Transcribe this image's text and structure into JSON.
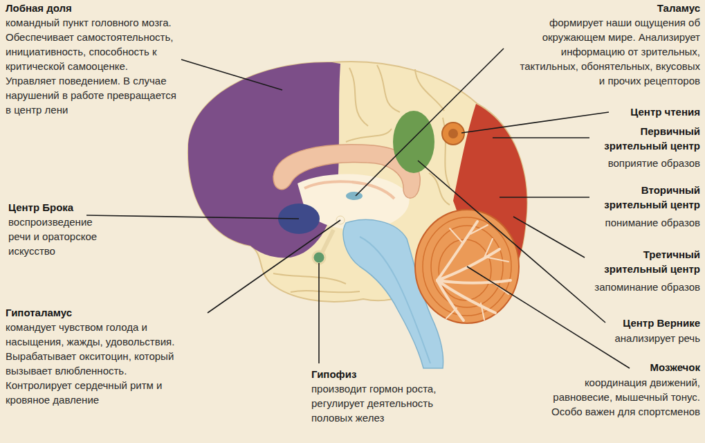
{
  "diagram": {
    "labels": [
      "Лобная доля",
      "командный пункт головного мозга. Обеспечивает самостоятельность, инициативность, способность к критической самооценке. Управляет поведением. В случае нарушений в работе превращается в центр лени",
      "Таламус",
      "формирует наши ощущения об окружающем мире. Анализирует информацию от зрительных, тактильных, обонятельных, вкусовых и прочих рецепторов",
      "Центр чтения",
      "Первичный зрительный центр",
      "воприятие образов",
      "Центр Брока",
      "воспроизведение речи и ораторское искусство",
      "Вторичный зрительный центр",
      "понимание образов",
      "Третичный зрительный центр",
      "запоминание образов",
      "Гипоталамус",
      "командует чувством голода и насыщения, жажды, удовольствия. Вырабатывает окситоцин, который вызывает влюбленность. Контролирует сердечный ритм и кровяное давление",
      "Центр Вернике",
      "анализирует речь",
      "Гипофиз",
      "производит гормон роста, регулирует деятельность половых желез",
      "Мозжечок",
      "координация движений, равновесие, мышечный тонус. Особо важен для спортсменов"
    ]
  }
}
